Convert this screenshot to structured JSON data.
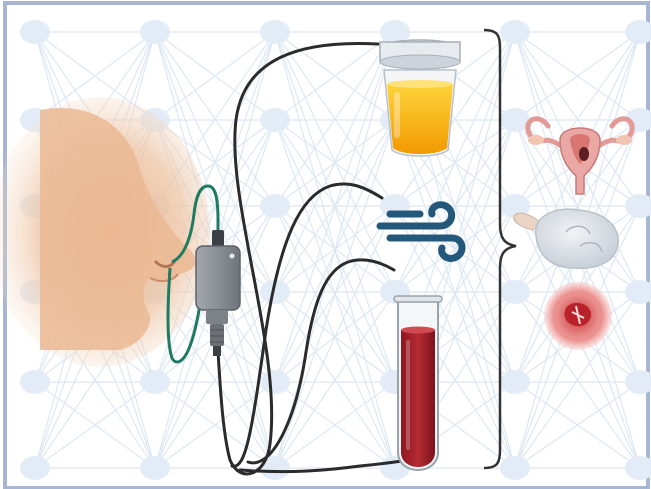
{
  "figure": {
    "background": "#ffffff",
    "frame_color": "#9fb0cf",
    "network_color": "#dde7f3",
    "node_color": "#e3ecf6"
  },
  "elements": {
    "nose": {
      "icon": "human-nose-profile",
      "color": "#e8b48a"
    },
    "device": {
      "icon": "breath-sensor-device",
      "color": "#8a8f96"
    },
    "sampling_tube": {
      "icon": "nasal-sampling-tube",
      "color": "#1f7a62"
    },
    "cables": {
      "icon": "cable",
      "color": "#2b2b2b"
    },
    "urine_cup": {
      "icon": "urine-sample-cup",
      "fluid_color": "#f7b500",
      "lid_color": "#d9dde2"
    },
    "breath": {
      "icon": "breath-wind-icon",
      "color": "#24587a"
    },
    "blood_tube": {
      "icon": "blood-test-tube",
      "fluid_color": "#a8202a"
    },
    "brace": {
      "icon": "right-curly-brace",
      "color": "#333333"
    },
    "uterus": {
      "icon": "uterus-organ",
      "color": "#e9a6a3"
    },
    "ovary": {
      "icon": "ovary-organ",
      "color": "#d7dde4"
    },
    "cervix": {
      "icon": "cervix-lesion",
      "color": "#d95a5a"
    }
  }
}
